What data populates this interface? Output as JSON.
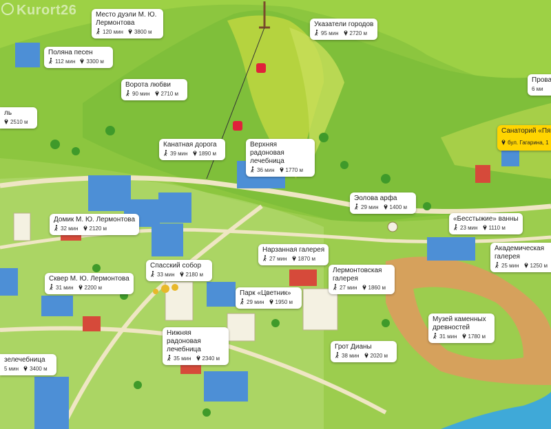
{
  "watermark": "Kurort26",
  "colors": {
    "card_bg": "#ffffff",
    "highlight_bg": "#ffd400",
    "mountain": "#b5d33f",
    "hill": "#7fbf3a",
    "road": "#efe6c4",
    "river": "#3fa9d8"
  },
  "icons": {
    "walk": "walking-person-icon",
    "distance": "map-pin-icon"
  },
  "places": [
    {
      "id": "duel",
      "name": "Место дуэли М. Ю. Лермонтова",
      "time": "120 мин",
      "dist": "3800 м"
    },
    {
      "id": "signs",
      "name": "Указатели городов",
      "time": "95 мин",
      "dist": "2720 м"
    },
    {
      "id": "polyana",
      "name": "Поляна песен",
      "time": "112 мин",
      "dist": "3300 м"
    },
    {
      "id": "provalpart",
      "name": "Прова",
      "time": "6 ми",
      "dist": ""
    },
    {
      "id": "vorota",
      "name": "Ворота любви",
      "time": "90 мин",
      "dist": "2710 м"
    },
    {
      "id": "leftpart",
      "name": "ль",
      "time": "",
      "dist": "2510 м"
    },
    {
      "id": "sanatorium",
      "name": "Санаторий «Пяти",
      "address": "бул. Гагарина, 1"
    },
    {
      "id": "cable",
      "name": "Канатная дорога",
      "time": "39 мин",
      "dist": "1890 м"
    },
    {
      "id": "radon_up",
      "name": "Верхняя радоновая лечебница",
      "time": "36 мин",
      "dist": "1770 м"
    },
    {
      "id": "eol",
      "name": "Эолова арфа",
      "time": "29 мин",
      "dist": "1400 м"
    },
    {
      "id": "domik",
      "name": "Домик М. Ю. Лермонтова",
      "time": "32 мин",
      "dist": "2120 м"
    },
    {
      "id": "bezst",
      "name": "«Бесстыжие» ванны",
      "time": "23 мин",
      "dist": "1110 м"
    },
    {
      "id": "narzan",
      "name": "Нарзанная галерея",
      "time": "27 мин",
      "dist": "1870 м"
    },
    {
      "id": "acad",
      "name": "Академическая галерея",
      "time": "25 мин",
      "dist": "1250 м"
    },
    {
      "id": "spassky",
      "name": "Спасский собор",
      "time": "33 мин",
      "dist": "2180 м"
    },
    {
      "id": "lerm_gal",
      "name": "Лермонтовская галерея",
      "time": "27 мин",
      "dist": "1860 м"
    },
    {
      "id": "skver",
      "name": "Сквер М. Ю. Лермонтова",
      "time": "31 мин",
      "dist": "2200 м"
    },
    {
      "id": "tsvetnik",
      "name": "Парк «Цветник»",
      "time": "29 мин",
      "dist": "1950 м"
    },
    {
      "id": "museum",
      "name": "Музей каменных древностей",
      "time": "31 мин",
      "dist": "1780 м"
    },
    {
      "id": "radon_low",
      "name": "Нижняя радоновая лечебница",
      "time": "35 мин",
      "dist": "2340 м"
    },
    {
      "id": "diana",
      "name": "Грот Дианы",
      "time": "38 мин",
      "dist": "2020 м"
    },
    {
      "id": "gryaz",
      "name": "зелечебница",
      "time": "5 мин",
      "dist": "3400 м"
    }
  ]
}
